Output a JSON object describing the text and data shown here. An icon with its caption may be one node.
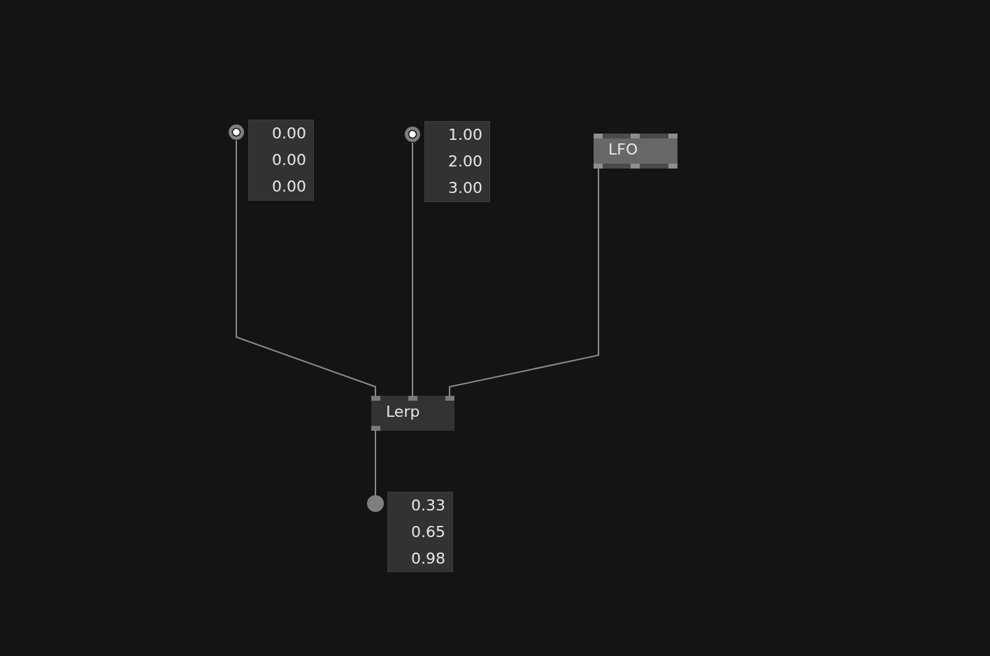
{
  "diagram": {
    "nodes": [
      {
        "text": [
          "0.00",
          "0.00",
          "0.00"
        ]
      },
      {
        "text": [],
        "shape": "circle"
      },
      {
        "text": [
          "1.00",
          "2.00",
          "3.00"
        ]
      },
      {
        "text": [],
        "shape": "circle"
      },
      {
        "text": [
          "LFO"
        ]
      },
      {
        "text": [
          "Lerp"
        ]
      },
      {
        "text": [],
        "shape": "circle"
      },
      {
        "text": [
          "0.33",
          "0.65",
          "0.98"
        ]
      }
    ],
    "edges": [
      {
        "from": 1,
        "to": 5,
        "arrow": "none"
      },
      {
        "from": 3,
        "to": 5,
        "arrow": "none"
      },
      {
        "from": 4,
        "to": 5,
        "arrow": "none"
      },
      {
        "from": 5,
        "to": 6,
        "arrow": "none"
      }
    ]
  }
}
